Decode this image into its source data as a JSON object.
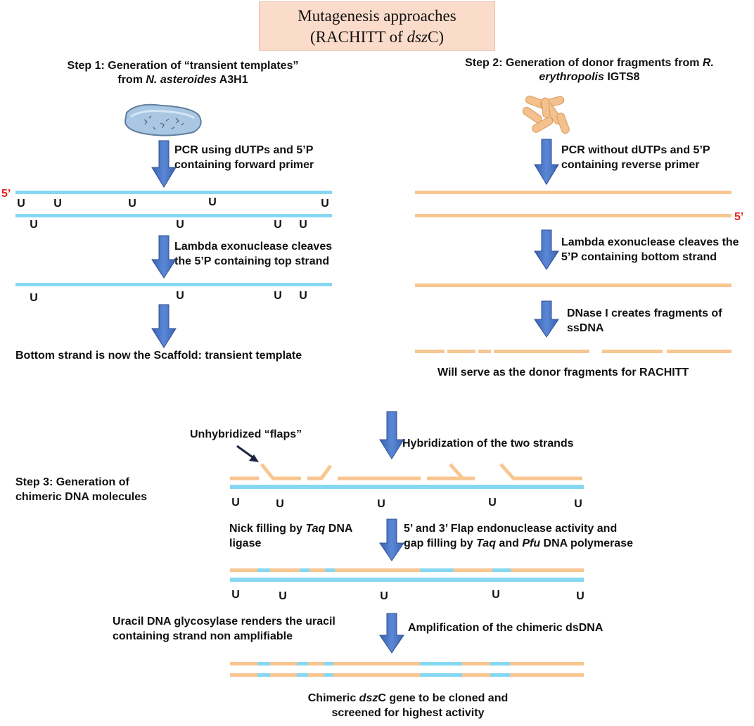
{
  "title": {
    "line1": "Mutagenesis approaches",
    "line2_pre": "(RACHITT of ",
    "line2_em": "dsz",
    "line2_post": "C)"
  },
  "step1": {
    "heading_line1": "Step 1: Generation of “transient templates”",
    "heading_line2_em": "N. asteroides",
    "heading_line2_pre": "from ",
    "heading_line2_post": " A3H1",
    "pcr_line1": "PCR using dUTPs and 5’P",
    "pcr_line2": "containing forward primer",
    "lambda_line1": "Lambda exonuclease cleaves",
    "lambda_line2": "the 5’P containing top strand",
    "result": "Bottom strand is now the Scaffold: transient template",
    "five_prime": "5’"
  },
  "step2": {
    "heading_line1_pre": "Step 2: Generation of donor fragments from ",
    "heading_line1_em": "R.",
    "heading_line2_em": "erythropolis",
    "heading_line2_post": " IGTS8",
    "pcr_line1": "PCR without dUTPs and 5’P",
    "pcr_line2": "containing reverse primer",
    "lambda_line1": "Lambda exonuclease cleaves the",
    "lambda_line2": "5’P containing bottom strand",
    "dnase_line1": "DNase I creates fragments of",
    "dnase_line2": "ssDNA",
    "result": "Will serve as the donor fragments for RACHITT",
    "five_prime": "5’"
  },
  "step3": {
    "heading_line1": "Step 3: Generation of",
    "heading_line2": "chimeric DNA molecules",
    "flaps_label": "Unhybridized “flaps”",
    "hybridization": "Hybridization of the two strands",
    "nick_line1_pre": "Nick filling by ",
    "nick_line1_em": "Taq",
    "nick_line1_post": " DNA",
    "nick_line2": "ligase",
    "flap_line1": "5’ and 3’ Flap endonuclease activity and",
    "flap_line2_pre": "gap filling by ",
    "flap_line2_em1": "Taq",
    "flap_line2_mid": " and ",
    "flap_line2_em2": "Pfu",
    "flap_line2_post": " DNA polymerase",
    "uracil_line1": "Uracil DNA glycosylase renders the uracil",
    "uracil_line2": "containing strand non amplifiable",
    "amplification": "Amplification of the chimeric dsDNA",
    "final_line1_pre": "Chimeric ",
    "final_line1_em": "dsz",
    "final_line1_post": "C gene to be cloned and",
    "final_line2": "screened for highest activity"
  },
  "uracil_symbol": "U",
  "colors": {
    "template_strand": "#86d8f2",
    "donor_strand": "#f8c690",
    "arrow": "#4472c4",
    "five_prime": "#e8201c",
    "title_bg": "#fbdccb"
  }
}
